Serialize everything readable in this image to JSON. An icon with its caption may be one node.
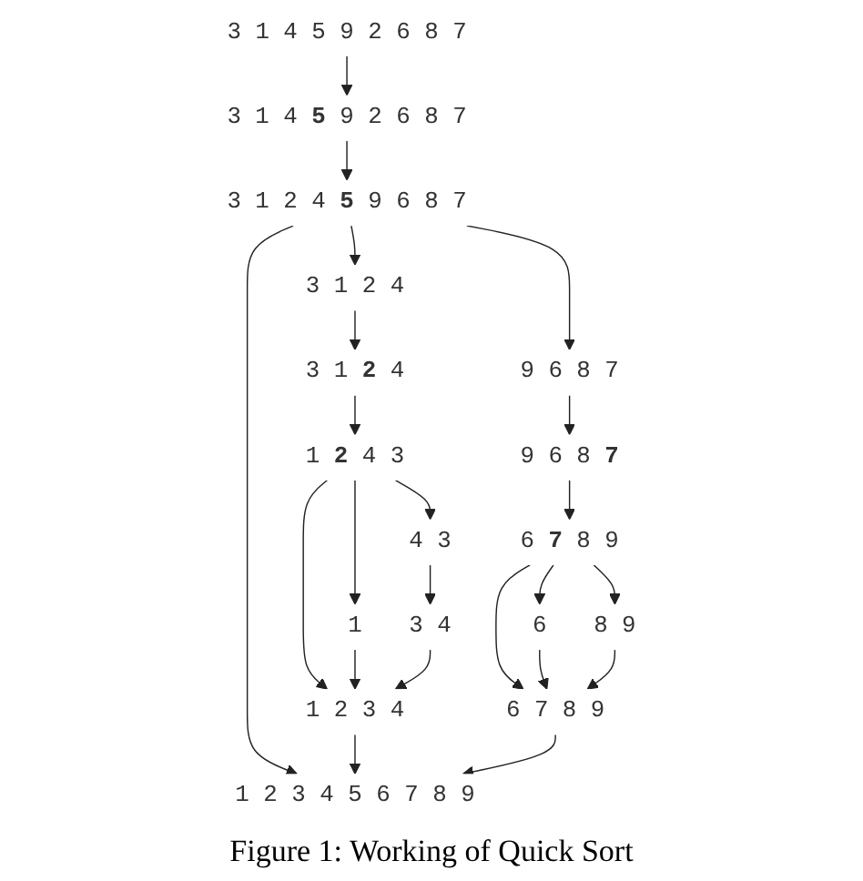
{
  "diagram": {
    "caption": "Figure 1: Working of Quick Sort",
    "nodes": [
      {
        "text": [
          "3 1 4 5 9 2 6 8 7"
        ]
      },
      {
        "text": [
          "3 1 4 **5** 9 2 6 8 7"
        ]
      },
      {
        "text": [
          "3 1 2 4 **5** 9 6 8 7"
        ]
      },
      {
        "text": [
          "3 1 2 4"
        ]
      },
      {
        "text": [
          "9 6 8 7"
        ]
      },
      {
        "text": [
          "3 1 **2** 4"
        ]
      },
      {
        "text": [
          "9 6 8 **7**"
        ]
      },
      {
        "text": [
          "1 **2** 4 3"
        ]
      },
      {
        "text": [
          "6 **7** 8 9"
        ]
      },
      {
        "text": [
          "1"
        ]
      },
      {
        "text": [
          "4 3"
        ]
      },
      {
        "text": [
          "6"
        ]
      },
      {
        "text": [
          "8 9"
        ]
      },
      {
        "text": [
          "3 4"
        ]
      },
      {
        "text": [
          "6 7 8 9"
        ]
      },
      {
        "text": [
          "1 2 3 4"
        ]
      },
      {
        "text": [
          "1 2 3 4 5 6 7 8 9"
        ]
      }
    ],
    "edges": [
      {
        "from": 0,
        "to": 1,
        "arrow": "to"
      },
      {
        "from": 1,
        "to": 2,
        "arrow": "to"
      },
      {
        "from": 2,
        "to": 3,
        "arrow": "to"
      },
      {
        "from": 2,
        "to": 16,
        "arrow": "to"
      },
      {
        "from": 2,
        "to": 4,
        "arrow": "to"
      },
      {
        "from": 3,
        "to": 5,
        "arrow": "to"
      },
      {
        "from": 4,
        "to": 6,
        "arrow": "to"
      },
      {
        "from": 5,
        "to": 7,
        "arrow": "to"
      },
      {
        "from": 6,
        "to": 8,
        "arrow": "to"
      },
      {
        "from": 7,
        "to": 9,
        "arrow": "to"
      },
      {
        "from": 7,
        "to": 15,
        "arrow": "to"
      },
      {
        "from": 7,
        "to": 10,
        "arrow": "to"
      },
      {
        "from": 8,
        "to": 11,
        "arrow": "to"
      },
      {
        "from": 8,
        "to": 14,
        "arrow": "to"
      },
      {
        "from": 8,
        "to": 12,
        "arrow": "to"
      },
      {
        "from": 10,
        "to": 13,
        "arrow": "to"
      },
      {
        "from": 11,
        "to": 14,
        "arrow": "to"
      },
      {
        "from": 12,
        "to": 14,
        "arrow": "to"
      },
      {
        "from": 9,
        "to": 15,
        "arrow": "to"
      },
      {
        "from": 13,
        "to": 15,
        "arrow": "to"
      },
      {
        "from": 15,
        "to": 16,
        "arrow": "to"
      },
      {
        "from": 14,
        "to": 16,
        "arrow": "to"
      }
    ]
  }
}
